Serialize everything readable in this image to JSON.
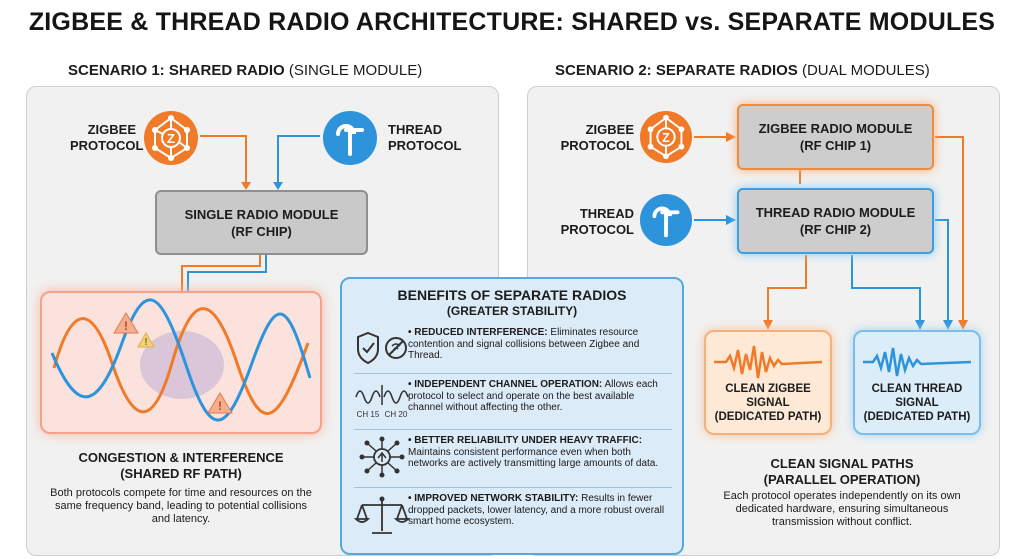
{
  "title": "ZIGBEE & THREAD RADIO ARCHITECTURE: SHARED vs. SEPARATE MODULES",
  "scenario1": {
    "heading_bold": "SCENARIO 1: SHARED RADIO",
    "heading_thin": "(SINGLE MODULE)",
    "zigbee_label_1": "ZIGBEE",
    "zigbee_label_2": "PROTOCOL",
    "thread_label_1": "THREAD",
    "thread_label_2": "PROTOCOL",
    "module_line1": "SINGLE RADIO MODULE",
    "module_line2": "(RF CHIP)",
    "caption_line1": "CONGESTION & INTERFERENCE",
    "caption_line2": "(SHARED RF PATH)",
    "description": "Both protocols compete for time and resources on the same frequency band, leading to potential collisions and latency."
  },
  "scenario2": {
    "heading_bold": "SCENARIO 2: SEPARATE RADIOS",
    "heading_thin": "(DUAL MODULES)",
    "zigbee_label_1": "ZIGBEE",
    "zigbee_label_2": "PROTOCOL",
    "thread_label_1": "THREAD",
    "thread_label_2": "PROTOCOL",
    "zigbee_module_line1": "ZIGBEE RADIO MODULE",
    "zigbee_module_line2": "(RF CHIP 1)",
    "thread_module_line1": "THREAD RADIO MODULE",
    "thread_module_line2": "(RF CHIP 2)",
    "zigbee_signal_1": "CLEAN ZIGBEE",
    "zigbee_signal_2": "SIGNAL",
    "zigbee_signal_3": "(DEDICATED PATH)",
    "thread_signal_1": "CLEAN THREAD",
    "thread_signal_2": "SIGNAL",
    "thread_signal_3": "(DEDICATED PATH)",
    "caption_line1": "CLEAN SIGNAL PATHS",
    "caption_line2": "(PARALLEL OPERATION)",
    "description": "Each protocol operates independently on its own dedicated hardware, ensuring simultaneous transmission without conflict."
  },
  "benefits": {
    "title_line1": "BENEFITS OF SEPARATE RADIOS",
    "title_line2": "(GREATER STABILITY)",
    "items": [
      {
        "bold": "• REDUCED INTERFERENCE:",
        "text": " Eliminates resource contention and signal collisions between Zigbee and Thread.",
        "icon": "shield-check-icon"
      },
      {
        "bold": "• INDEPENDENT CHANNEL OPERATION:",
        "text": " Allows each protocol to select and operate on the best available channel without affecting the other.",
        "icon": "channel-waves-icon"
      },
      {
        "bold": "• BETTER RELIABILITY UNDER HEAVY TRAFFIC:",
        "text": " Maintains consistent performance even when both networks are actively transmitting large amounts of data.",
        "icon": "network-hub-icon"
      },
      {
        "bold": "• IMPROVED NETWORK STABILITY:",
        "text": " Results in fewer dropped packets, lower latency, and a more robust overall smart home ecosystem.",
        "icon": "balance-scale-icon"
      }
    ],
    "channel_a": "CH 15",
    "channel_b": "CH 20"
  },
  "colors": {
    "zigbee": "#f07a28",
    "thread": "#2d94dc",
    "panel": "#f1f1f1"
  }
}
